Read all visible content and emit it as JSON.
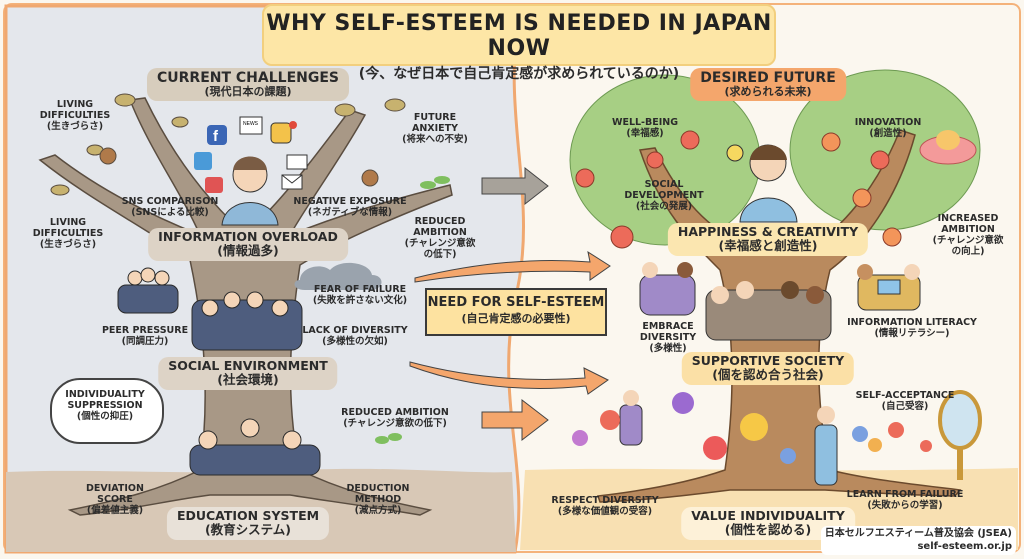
{
  "title": {
    "main": "WHY SELF-ESTEEM IS NEEDED IN JAPAN NOW",
    "sub": "(今、なぜ日本で自己肯定感が求められているのか)"
  },
  "colors": {
    "left_bg": "#e4e7ec",
    "right_bg": "#fbf7ef",
    "accent_orange": "#f4a66c",
    "title_yellow": "#fde6a6",
    "tree_trunk": "#a89886",
    "tree_trunk_right": "#b98a5e",
    "foliage": "#9cc777"
  },
  "left": {
    "header": {
      "en": "CURRENT CHALLENGES",
      "ja": "(現代日本の課題)"
    },
    "labels": [
      {
        "en": "LIVING DIFFICULTIES",
        "ja": "(生きづらさ)"
      },
      {
        "en": "FUTURE ANXIETY",
        "ja": "(将来への不安)"
      },
      {
        "en": "SNS COMPARISON",
        "ja": "(SNSによる比較)"
      },
      {
        "en": "NEGATIVE EXPOSURE",
        "ja": "(ネガティブな情報)"
      },
      {
        "en": "LIVING DIFFICULTIES",
        "ja": "(生きづらさ)"
      },
      {
        "en": "REDUCED AMBITION",
        "ja": "(チャレンジ意欲の低下)"
      },
      {
        "en": "FEAR OF FAILURE",
        "ja": "(失敗を許さない文化)"
      },
      {
        "en": "PEER PRESSURE",
        "ja": "(同調圧力)"
      },
      {
        "en": "LACK OF DIVERSITY",
        "ja": "(多様性の欠如)"
      },
      {
        "en": "INDIVIDUALITY SUPPRESSION",
        "ja": "(個性の抑圧)"
      },
      {
        "en": "REDUCED AMBITION",
        "ja": "(チャレンジ意欲の低下)"
      },
      {
        "en": "DEVIATION SCORE",
        "ja": "(偏差値主義)"
      },
      {
        "en": "DEDUCTION METHOD",
        "ja": "(減点方式)"
      }
    ],
    "sections": [
      {
        "en": "INFORMATION OVERLOAD",
        "ja": "(情報過多)"
      },
      {
        "en": "SOCIAL ENVIRONMENT",
        "ja": "(社会環境)"
      },
      {
        "en": "EDUCATION SYSTEM",
        "ja": "(教育システム)"
      }
    ],
    "icons": [
      "facebook-icon",
      "news-icon",
      "bell-icon",
      "twitter-icon",
      "newspaper-icon",
      "chat-icon",
      "mail-icon"
    ],
    "news_icon_text": "NEWS"
  },
  "center": {
    "banner": {
      "en": "NEED FOR SELF-ESTEEM",
      "ja": "(自己肯定感の必要性)"
    }
  },
  "right": {
    "header": {
      "en": "DESIRED FUTURE",
      "ja": "(求められる未来)"
    },
    "labels": [
      {
        "en": "WELL-BEING",
        "ja": "(幸福感)"
      },
      {
        "en": "INNOVATION",
        "ja": "(創造性)"
      },
      {
        "en": "SOCIAL DEVELOPMENT",
        "ja": "(社会の発展)"
      },
      {
        "en": "INCREASED AMBITION",
        "ja": "(チャレンジ意欲の向上)"
      },
      {
        "en": "EMBRACE DIVERSITY",
        "ja": "(多様性)"
      },
      {
        "en": "INFORMATION LITERACY",
        "ja": "(情報リテラシー)"
      },
      {
        "en": "SELF-ACCEPTANCE",
        "ja": "(自己受容)"
      },
      {
        "en": "RESPECT DIVERSITY",
        "ja": "(多様な価値観の受容)"
      },
      {
        "en": "LEARN FROM FAILURE",
        "ja": "(失敗からの学習)"
      }
    ],
    "sections": [
      {
        "en": "HAPPINESS & CREATIVITY",
        "ja": "(幸福感と創造性)"
      },
      {
        "en": "SUPPORTIVE SOCIETY",
        "ja": "(個を認め合う社会)"
      },
      {
        "en": "VALUE INDIVIDUALITY",
        "ja": "(個性を認める)"
      }
    ]
  },
  "footer": {
    "org": "日本セルフエスティーム普及協会 (JSEA)",
    "url": "self-esteem.or.jp"
  }
}
